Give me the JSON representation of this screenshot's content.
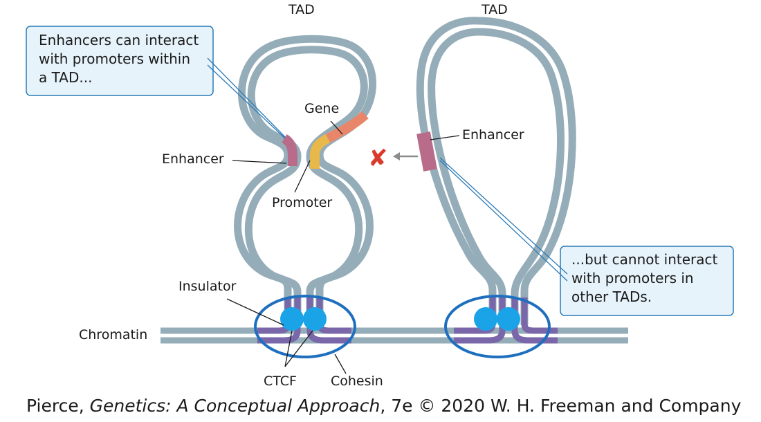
{
  "colors": {
    "chromatin": "#94adb9",
    "enhancer": "#b96b8a",
    "promoter": "#e8b84a",
    "gene": "#e9866a",
    "insulator": "#7a67a9",
    "ctcf": "#1aa3e6",
    "cohesin": "#1f6fbf",
    "callout_fill": "#e6f3fb",
    "callout_border": "#2a7ab8",
    "x_mark": "#d93a2b",
    "arrow": "#8c8c8c"
  },
  "labels": {
    "tad_left": "TAD",
    "tad_right": "TAD",
    "gene": "Gene",
    "enhancer_left": "Enhancer",
    "enhancer_right": "Enhancer",
    "promoter": "Promoter",
    "insulator": "Insulator",
    "chromatin": "Chromatin",
    "ctcf": "CTCF",
    "cohesin": "Cohesin",
    "x_mark": "✘"
  },
  "callouts": {
    "left": [
      "Enhancers can interact",
      "with promoters within",
      "a TAD..."
    ],
    "right": [
      "...but cannot interact",
      "with promoters in",
      "other TADs."
    ]
  },
  "caption": {
    "prefix": "Pierce, ",
    "title": "Genetics: A Conceptual Approach",
    "suffix": ", 7e © 2020 W. H. Freeman and Company"
  }
}
